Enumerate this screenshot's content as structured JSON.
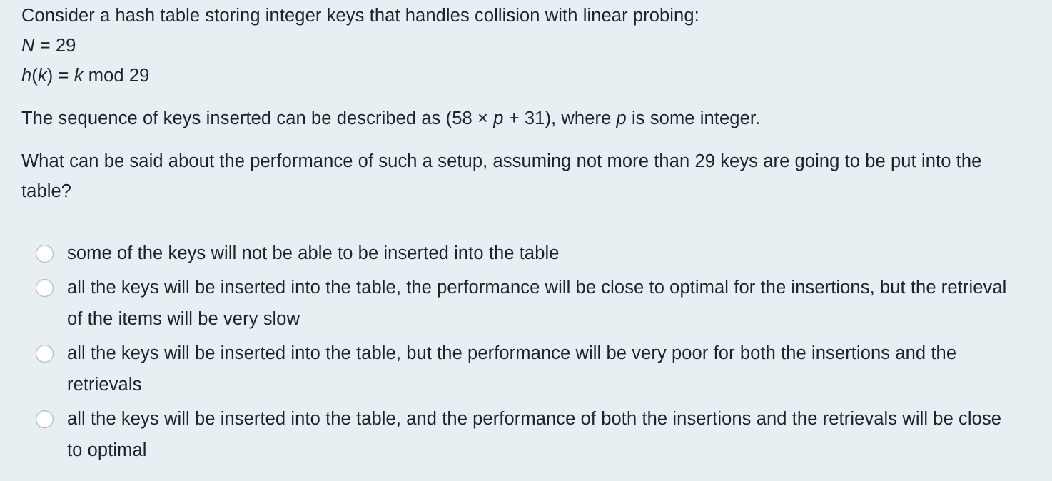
{
  "question": {
    "intro": "Consider a hash table storing integer keys that handles collision with linear probing:",
    "table_size_var": "N",
    "table_size_eq": " = 29",
    "hash_fn_var": "h",
    "hash_fn_args": "(",
    "hash_fn_arg_var": "k",
    "hash_fn_args_close": ")",
    "hash_fn_eq_pre": " = ",
    "hash_fn_eq_var": "k",
    "hash_fn_eq_post": " mod 29",
    "sequence_pre": "The sequence of keys inserted can be described as (58 × ",
    "sequence_var1": "p",
    "sequence_mid": " + 31), where ",
    "sequence_var2": "p",
    "sequence_post": " is some integer.",
    "ask": "What can be said about the performance of such a setup, assuming not more than 29 keys are going to be put into the table?"
  },
  "options": [
    {
      "id": "option-a",
      "label": "some of the keys will not be able to be inserted into the table",
      "selected": false
    },
    {
      "id": "option-b",
      "label": "all the keys will be inserted into the table, the performance will be close to optimal for the insertions, but the retrieval of the items will be very slow",
      "selected": false
    },
    {
      "id": "option-c",
      "label": "all the keys will be inserted into the table, but the performance will be very poor for both the insertions and the retrievals",
      "selected": false
    },
    {
      "id": "option-d",
      "label": "all the keys will be inserted into the table, and the performance of both the insertions and the retrievals will be close to optimal",
      "selected": false
    }
  ],
  "colors": {
    "background": "#e8eff2",
    "text": "#16262e",
    "radio_border": "#b0b7ba",
    "radio_fill": "#ffffff"
  }
}
